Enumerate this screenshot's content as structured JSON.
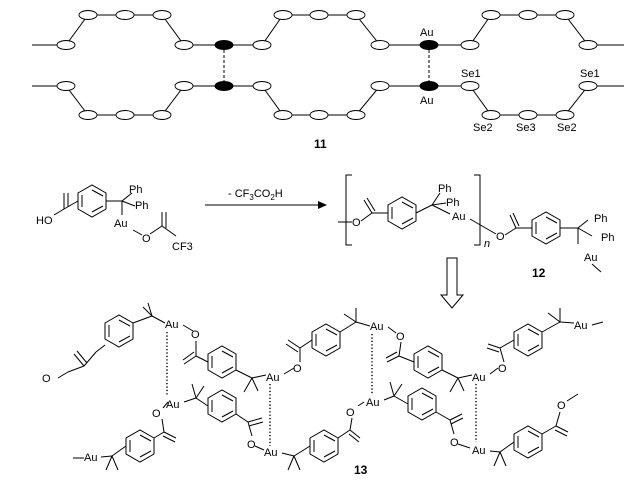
{
  "scheme": {
    "polymer_chain": {
      "au_top": "Au",
      "au_bottom": "Au",
      "se_labels": [
        "Se1",
        "Se1",
        "Se2",
        "Se3",
        "Se2"
      ],
      "compound_number": "11"
    },
    "reaction": {
      "reagent_prefix": "- CF",
      "reagent_sub1": "3",
      "reagent_mid": "CO",
      "reagent_sub2": "2",
      "reagent_suffix": "H",
      "reactant": {
        "ho": "HO",
        "ph1": "Ph",
        "ph2": "Ph",
        "au": "Au",
        "o": "O",
        "cf3": "CF3"
      },
      "product": {
        "ph1": "Ph",
        "ph2": "Ph",
        "au": "Au",
        "o": "O",
        "n": "n",
        "ph3": "Ph",
        "ph4": "Ph",
        "au_end": "Au",
        "compound_number": "12"
      }
    },
    "aggregate": {
      "au_labels": [
        "Au",
        "Au",
        "Au",
        "Au",
        "Au",
        "Au",
        "Au",
        "Au",
        "Au"
      ],
      "o_labels": [
        "O",
        "O",
        "O",
        "O",
        "O",
        "O",
        "O",
        "O"
      ],
      "compound_number": "13"
    }
  }
}
